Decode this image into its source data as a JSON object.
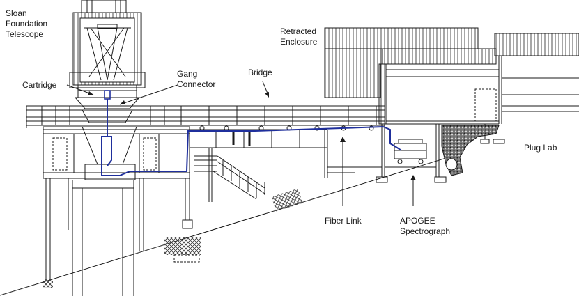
{
  "labels": {
    "telescope_line1": "Sloan",
    "telescope_line2": "Foundation",
    "telescope_line3": "Telescope",
    "gang_line1": "Gang",
    "gang_line2": "Connector",
    "enclosure_line1": "Retracted",
    "enclosure_line2": "Enclosure",
    "cartridge": "Cartridge",
    "bridge": "Bridge",
    "plug_lab": "Plug Lab",
    "fiber_link": "Fiber Link",
    "apogee_line1": "APOGEE",
    "apogee_line2": "Spectrograph"
  },
  "colors": {
    "line": "#1a1a1a",
    "fiber": "#1f2f9c",
    "hatch": "#333333",
    "background": "#ffffff"
  }
}
